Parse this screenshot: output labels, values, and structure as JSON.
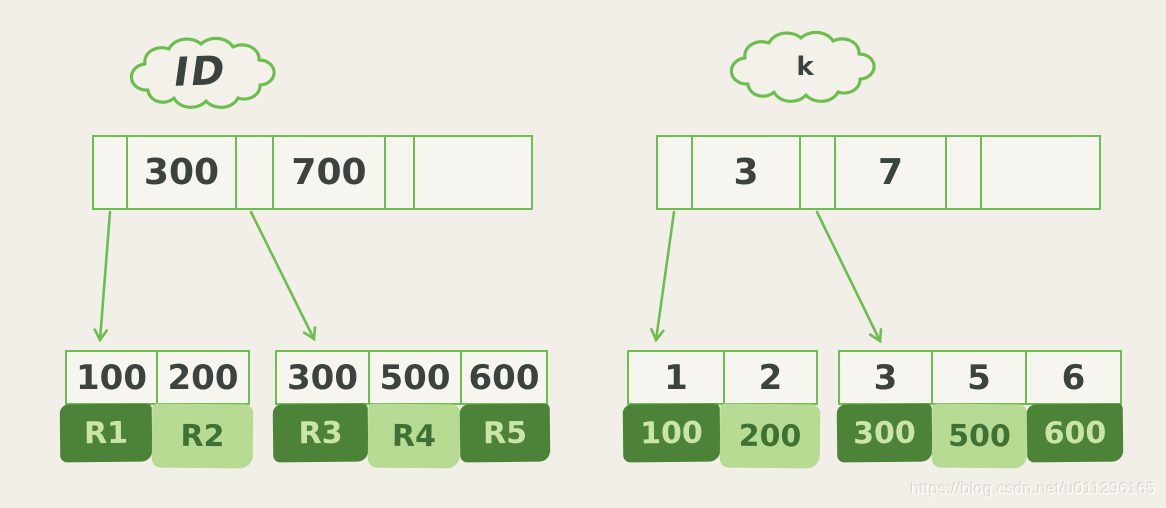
{
  "watermark": "https://blog.csdn.net/u011296165",
  "colors": {
    "outline_green": "#6cbe4e",
    "dark_green": "#4d8338",
    "light_green": "#b7db92",
    "ink": "#3c4240",
    "background": "#f1efe8",
    "text_on_dark": "#cbe5a8",
    "text_on_light": "#3f7134"
  },
  "left_tree": {
    "cloud_label": "ID",
    "root_cells": [
      "",
      "300",
      "",
      "700",
      "",
      ""
    ],
    "leaves": [
      {
        "keys": [
          "100",
          "200"
        ],
        "records": [
          {
            "label": "R1",
            "shade": "dark"
          },
          {
            "label": "R2",
            "shade": "light"
          }
        ]
      },
      {
        "keys": [
          "300",
          "500",
          "600"
        ],
        "records": [
          {
            "label": "R3",
            "shade": "dark"
          },
          {
            "label": "R4",
            "shade": "light"
          },
          {
            "label": "R5",
            "shade": "dark"
          }
        ]
      }
    ]
  },
  "right_tree": {
    "cloud_label": "k",
    "root_cells": [
      "",
      "3",
      "",
      "7",
      "",
      ""
    ],
    "leaves": [
      {
        "keys": [
          "1",
          "2"
        ],
        "records": [
          {
            "label": "100",
            "shade": "dark"
          },
          {
            "label": "200",
            "shade": "light"
          }
        ]
      },
      {
        "keys": [
          "3",
          "5",
          "6"
        ],
        "records": [
          {
            "label": "300",
            "shade": "dark"
          },
          {
            "label": "500",
            "shade": "light"
          },
          {
            "label": "600",
            "shade": "dark"
          }
        ]
      }
    ]
  }
}
